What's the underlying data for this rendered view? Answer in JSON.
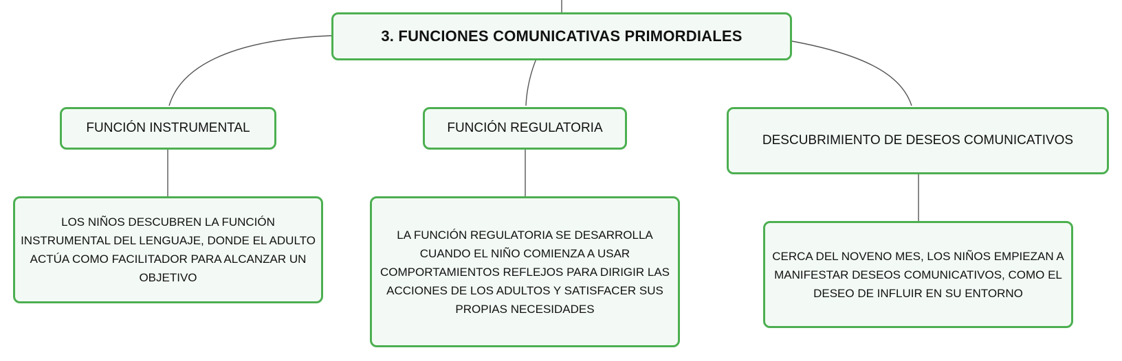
{
  "colors": {
    "border": "#4caf50",
    "fill": "#f3faf5",
    "line": "#555555",
    "text": "#111111"
  },
  "root": {
    "label": "3. FUNCIONES COMUNICATIVAS PRIMORDIALES"
  },
  "branches": [
    {
      "label": "FUNCIÓN INSTRUMENTAL",
      "detail": "LOS NIÑOS DESCUBREN LA FUNCIÓN INSTRUMENTAL DEL LENGUAJE, DONDE EL ADULTO ACTÚA COMO FACILITADOR PARA ALCANZAR UN OBJETIVO"
    },
    {
      "label": "FUNCIÓN REGULATORIA",
      "detail": "LA FUNCIÓN REGULATORIA SE DESARROLLA CUANDO EL NIÑO COMIENZA A USAR COMPORTAMIENTOS REFLEJOS PARA DIRIGIR LAS ACCIONES DE LOS ADULTOS Y SATISFACER SUS PROPIAS NECESIDADES"
    },
    {
      "label": "DESCUBRIMIENTO DE DESEOS COMUNICATIVOS",
      "detail": "CERCA DEL NOVENO MES, LOS NIÑOS EMPIEZAN A MANIFESTAR DESEOS COMUNICATIVOS, COMO EL DESEO DE INFLUIR EN SU ENTORNO"
    }
  ]
}
